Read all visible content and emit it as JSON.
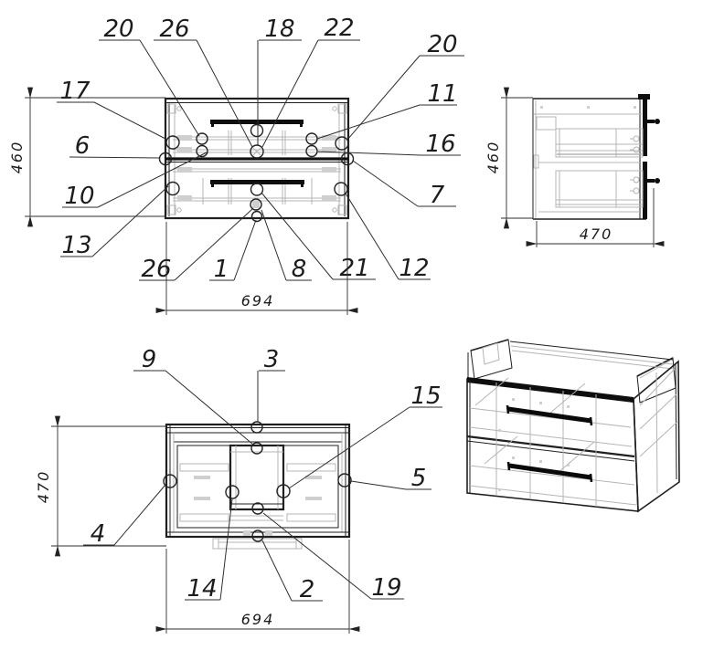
{
  "views": {
    "front": {
      "callouts": {
        "c20a": "20",
        "c26a": "26",
        "c18": "18",
        "c22": "22",
        "c20b": "20",
        "c17": "17",
        "c11": "11",
        "c6": "6",
        "c16": "16",
        "c10": "10",
        "c7": "7",
        "c13": "13",
        "c26b": "26",
        "c1": "1",
        "c8": "8",
        "c21": "21",
        "c12": "12"
      },
      "dim_height": "460",
      "dim_width": "694"
    },
    "side": {
      "dim_height": "460",
      "dim_depth": "470"
    },
    "top": {
      "callouts": {
        "c9": "9",
        "c3": "3",
        "c15": "15",
        "c5": "5",
        "c4": "4",
        "c14": "14",
        "c2": "2",
        "c19": "19"
      },
      "dim_depth": "470",
      "dim_width": "694"
    }
  },
  "colors": {
    "line": "#1f1f1f",
    "detail": "#b4b4b4",
    "handle": "#0a0a0a",
    "background": "#ffffff"
  }
}
